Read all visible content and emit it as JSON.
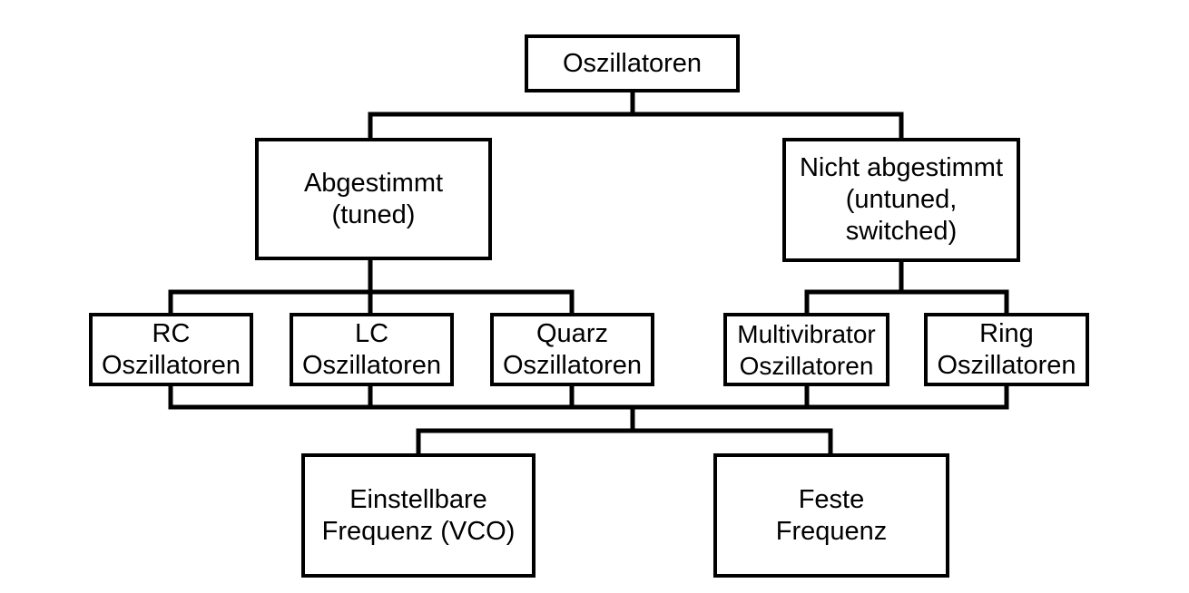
{
  "nodes": {
    "root": {
      "lines": [
        "Oszillatoren"
      ]
    },
    "tuned": {
      "lines": [
        "Abgestimmt",
        "(tuned)"
      ]
    },
    "untuned": {
      "lines": [
        "Nicht abgestimmt",
        "(untuned,",
        "switched)"
      ]
    },
    "rc": {
      "lines": [
        "RC",
        "Oszillatoren"
      ]
    },
    "lc": {
      "lines": [
        "LC",
        "Oszillatoren"
      ]
    },
    "quarz": {
      "lines": [
        "Quarz",
        "Oszillatoren"
      ]
    },
    "multivibrator": {
      "lines": [
        "Multivibrator",
        "Oszillatoren"
      ]
    },
    "ring": {
      "lines": [
        "Ring",
        "Oszillatoren"
      ]
    },
    "vco": {
      "lines": [
        "Einstellbare",
        "Frequenz (VCO)"
      ]
    },
    "fixed": {
      "lines": [
        "Feste",
        "Frequenz"
      ]
    }
  },
  "colors": {
    "line": "#000000",
    "background": "#ffffff"
  }
}
